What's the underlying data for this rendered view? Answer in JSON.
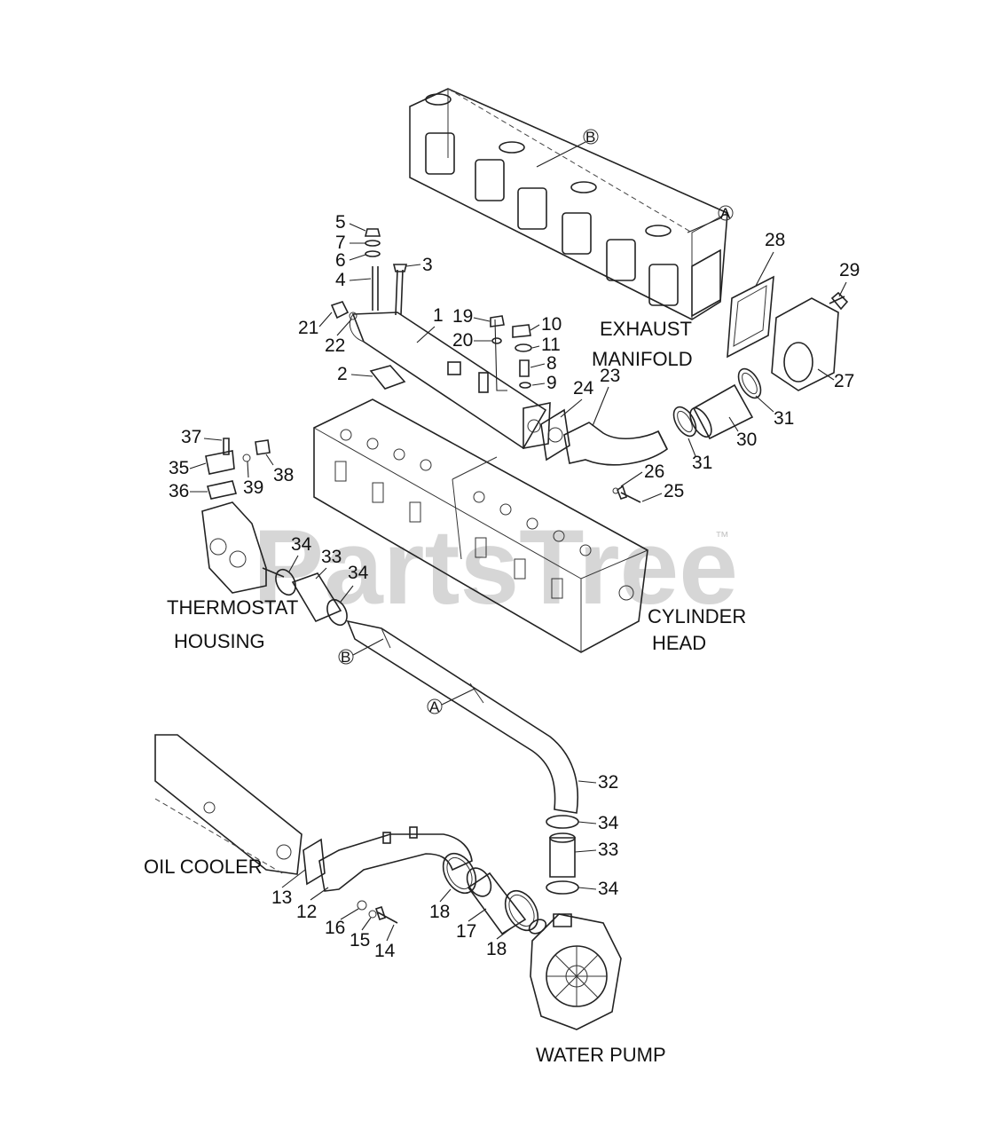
{
  "watermark": {
    "text": "PartsTree",
    "trademark": "™"
  },
  "captions": {
    "exhaust_manifold_1": "EXHAUST",
    "exhaust_manifold_2": "MANIFOLD",
    "thermostat_1": "THERMOSTAT",
    "thermostat_2": "HOUSING",
    "cylinder_1": "CYLINDER",
    "cylinder_2": "HEAD",
    "oil_cooler": "OIL COOLER",
    "water_pump": "WATER PUMP"
  },
  "refs": {
    "b_top": "B",
    "a_top": "A",
    "b_pipe": "B",
    "a_pipe": "A"
  },
  "callouts": {
    "c1": "1",
    "c2": "2",
    "c3": "3",
    "c4": "4",
    "c5": "5",
    "c6": "6",
    "c7": "7",
    "c8": "8",
    "c9": "9",
    "c10": "10",
    "c11": "11",
    "c12": "12",
    "c13": "13",
    "c14": "14",
    "c15": "15",
    "c16": "16",
    "c17": "17",
    "c18a": "18",
    "c18b": "18",
    "c19": "19",
    "c20": "20",
    "c21": "21",
    "c22": "22",
    "c23": "23",
    "c24": "24",
    "c25": "25",
    "c26": "26",
    "c27": "27",
    "c28": "28",
    "c29": "29",
    "c30": "30",
    "c31a": "31",
    "c31b": "31",
    "c32": "32",
    "c33a": "33",
    "c33b": "33",
    "c34a": "34",
    "c34b": "34",
    "c34c": "34",
    "c34d": "34",
    "c35": "35",
    "c36": "36",
    "c37": "37",
    "c38": "38",
    "c39": "39"
  }
}
